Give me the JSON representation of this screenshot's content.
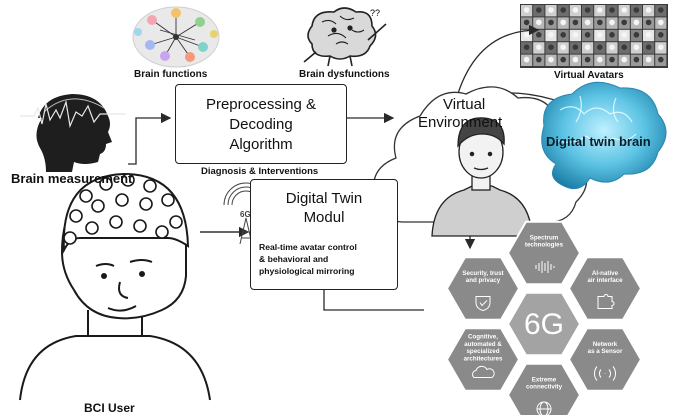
{
  "labels": {
    "brain_functions": "Brain functions",
    "brain_dysfunctions": "Brain dysfunctions",
    "virtual_avatars": "Virtual Avatars",
    "brain_measurement": "Brain measurement",
    "diagnosis": "Diagnosis & Interventions",
    "bci_user": "BCI User",
    "digital_twin_brain": "Digital twin brain",
    "sixg_tower": "6G"
  },
  "boxes": {
    "preprocessing": [
      "Preprocessing &",
      "Decoding",
      "Algorithm"
    ],
    "digital_twin": [
      "Digital Twin",
      "Modul"
    ],
    "realtime": [
      "Real-time avatar control",
      "& behavioral and",
      "physiological mirroring"
    ]
  },
  "cloud": [
    "Virtual",
    "Environment"
  ],
  "sixg": {
    "center": "6G",
    "hexagons": [
      {
        "lines": [
          "Spectrum",
          "technologies"
        ],
        "icon": "spectrum-wave-icon"
      },
      {
        "lines": [
          "AI-native",
          "air interface"
        ],
        "icon": "puzzle-icon"
      },
      {
        "lines": [
          "Network",
          "as a Sensor"
        ],
        "icon": "signal-radiating-icon"
      },
      {
        "lines": [
          "Extreme",
          "connectivity"
        ],
        "icon": "globe-icon"
      },
      {
        "lines": [
          "Cognitive,",
          "automated &",
          "specialized",
          "architectures"
        ],
        "icon": "cloud-icon"
      },
      {
        "lines": [
          "Security, trust",
          "and privacy"
        ],
        "icon": "shield-check-icon"
      }
    ]
  },
  "colors": {
    "hex_fill": "#8a8a8a",
    "hex_center": "#a3a3a3",
    "brain_blue": "#4fb6d8",
    "line": "#2a2a2a"
  }
}
